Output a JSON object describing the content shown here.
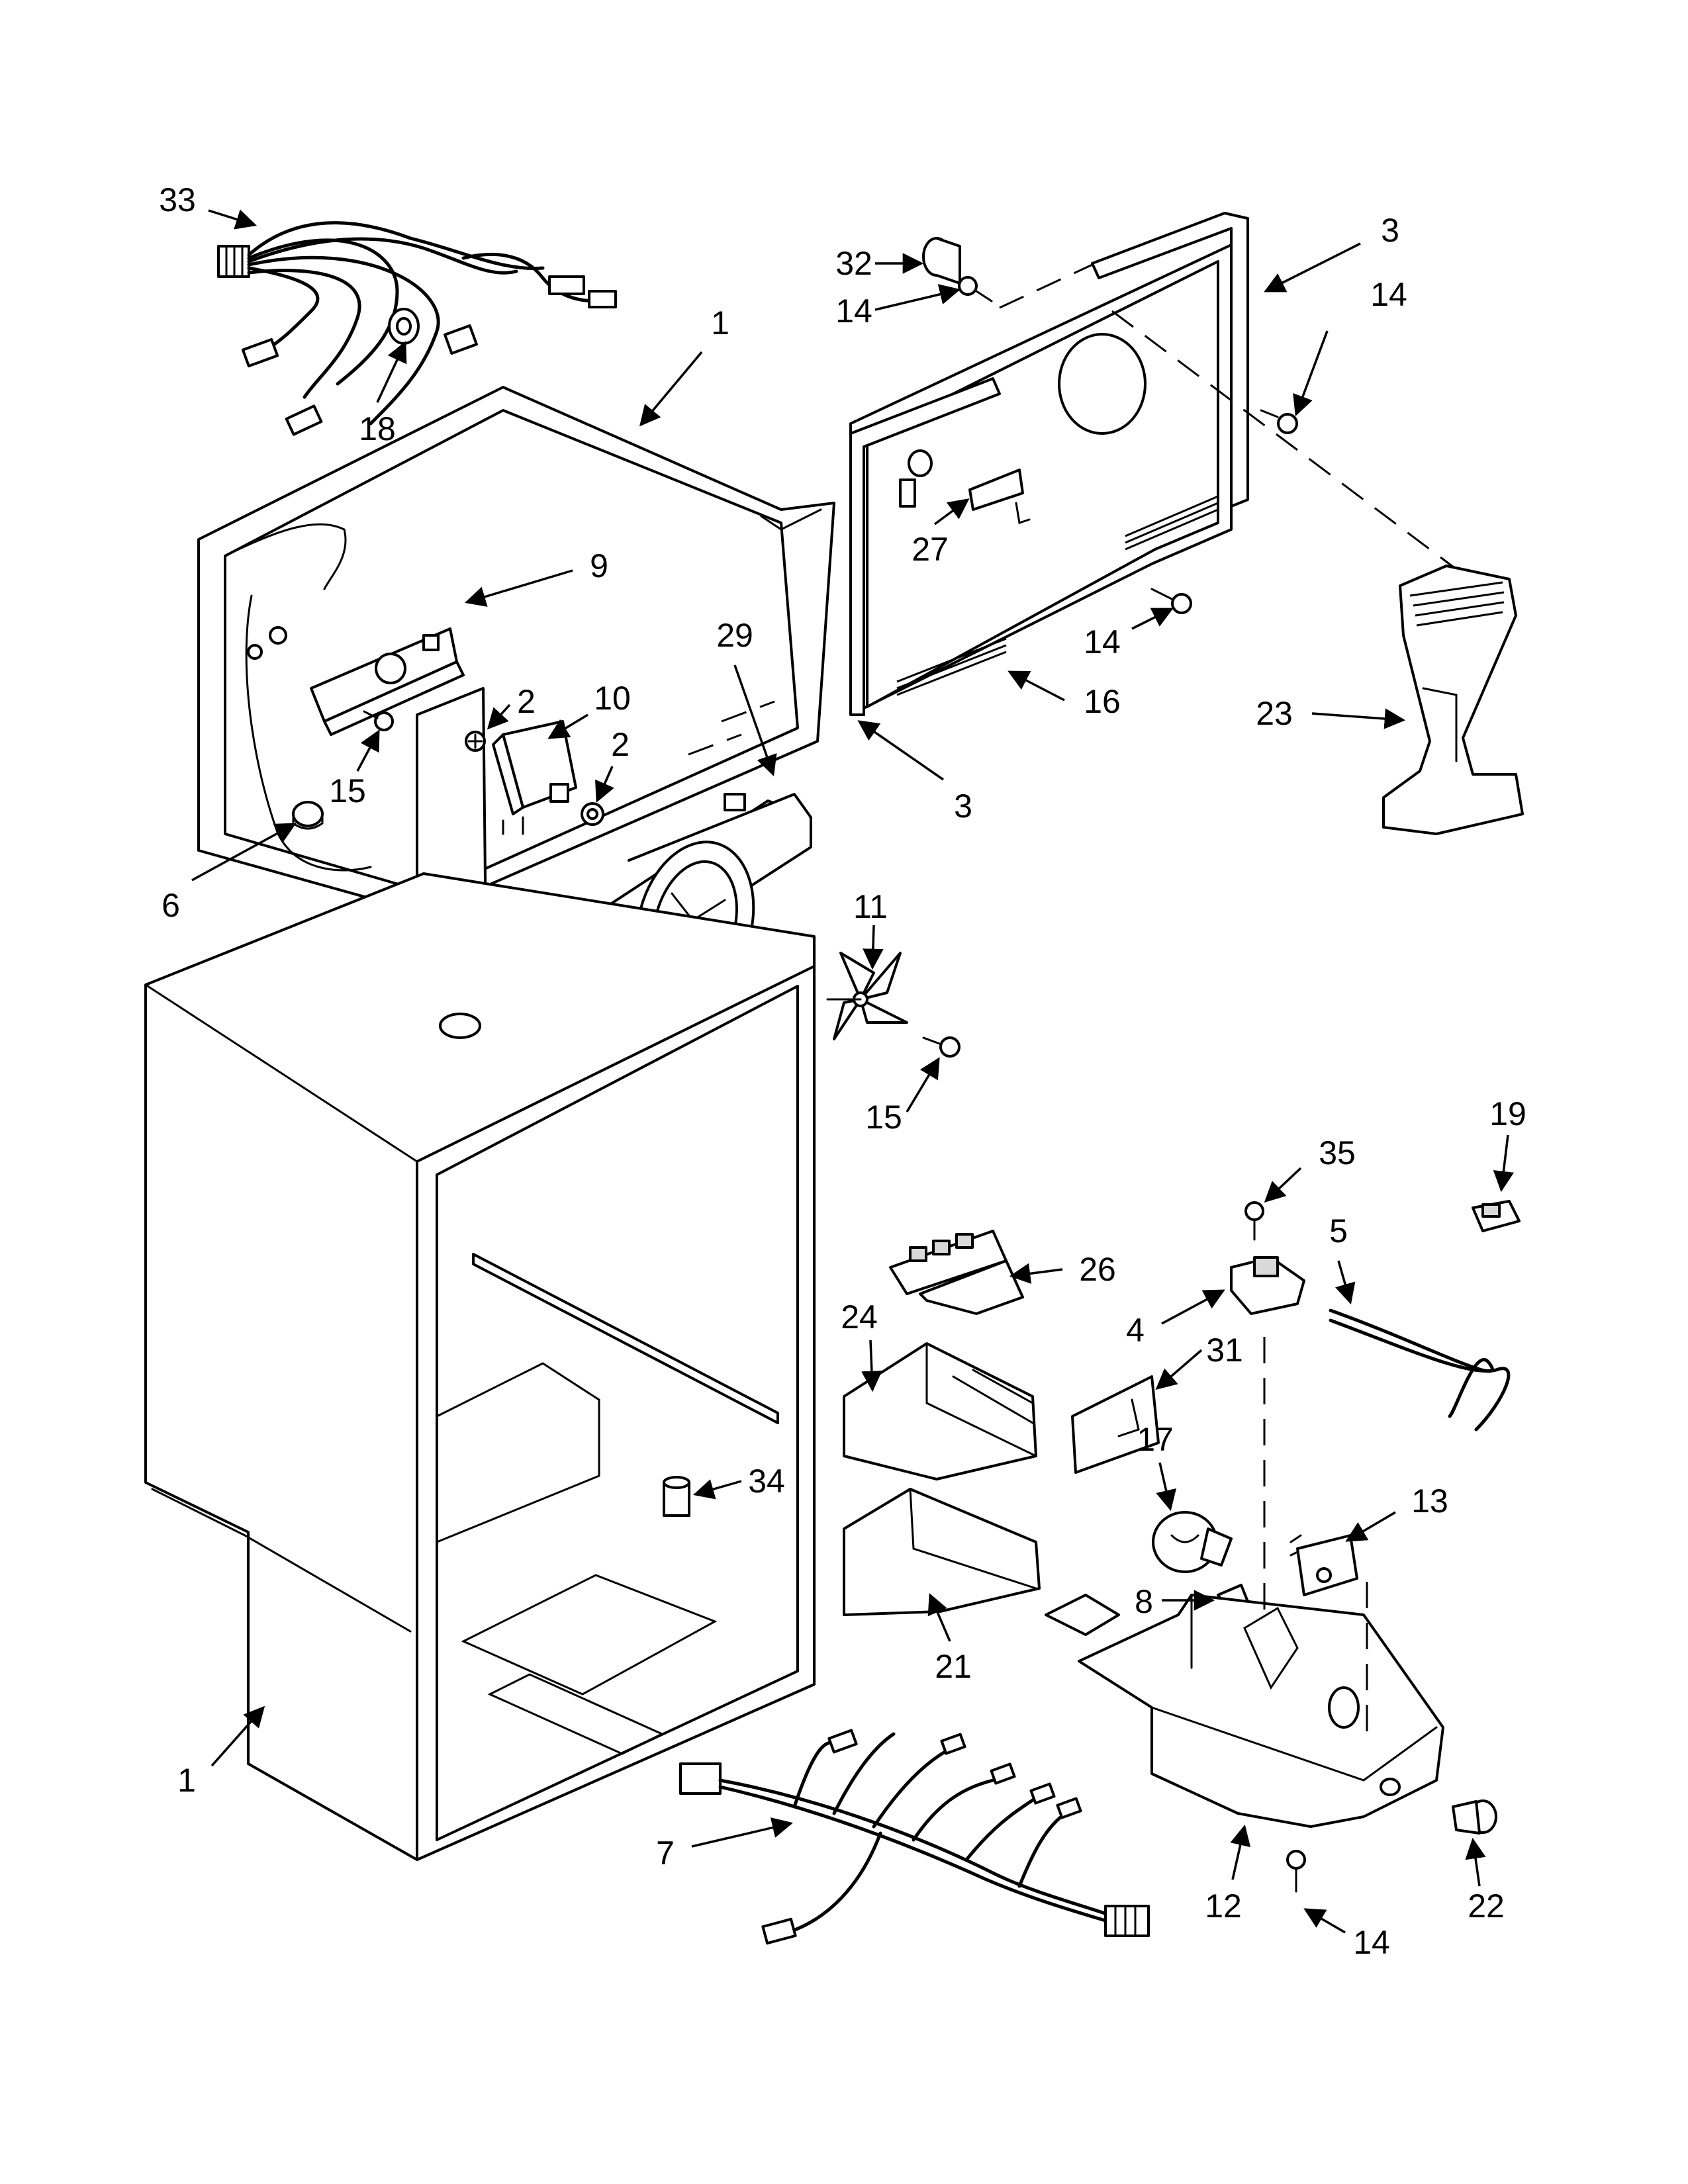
{
  "arrow_color": "#000000",
  "callouts": [
    {
      "id": "c33",
      "label": "33"
    },
    {
      "id": "c18",
      "label": "18"
    },
    {
      "id": "c1a",
      "label": "1"
    },
    {
      "id": "c9",
      "label": "9"
    },
    {
      "id": "c29",
      "label": "29"
    },
    {
      "id": "c2a",
      "label": "2"
    },
    {
      "id": "c10",
      "label": "10"
    },
    {
      "id": "c2b",
      "label": "2"
    },
    {
      "id": "c15a",
      "label": "15"
    },
    {
      "id": "c6",
      "label": "6"
    },
    {
      "id": "c32",
      "label": "32"
    },
    {
      "id": "c14a",
      "label": "14"
    },
    {
      "id": "c3a",
      "label": "3"
    },
    {
      "id": "c14b",
      "label": "14"
    },
    {
      "id": "c27",
      "label": "27"
    },
    {
      "id": "c14c",
      "label": "14"
    },
    {
      "id": "c16",
      "label": "16"
    },
    {
      "id": "c3b",
      "label": "3"
    },
    {
      "id": "c23",
      "label": "23"
    },
    {
      "id": "c11",
      "label": "11"
    },
    {
      "id": "c15b",
      "label": "15"
    },
    {
      "id": "c19",
      "label": "19"
    },
    {
      "id": "c35",
      "label": "35"
    },
    {
      "id": "c5",
      "label": "5"
    },
    {
      "id": "c26",
      "label": "26"
    },
    {
      "id": "c24",
      "label": "24"
    },
    {
      "id": "c4",
      "label": "4"
    },
    {
      "id": "c31",
      "label": "31"
    },
    {
      "id": "c17",
      "label": "17"
    },
    {
      "id": "c13",
      "label": "13"
    },
    {
      "id": "c34",
      "label": "34"
    },
    {
      "id": "c8",
      "label": "8"
    },
    {
      "id": "c21",
      "label": "21"
    },
    {
      "id": "c1b",
      "label": "1"
    },
    {
      "id": "c7",
      "label": "7"
    },
    {
      "id": "c12",
      "label": "12"
    },
    {
      "id": "c22",
      "label": "22"
    },
    {
      "id": "c14d",
      "label": "14"
    }
  ]
}
